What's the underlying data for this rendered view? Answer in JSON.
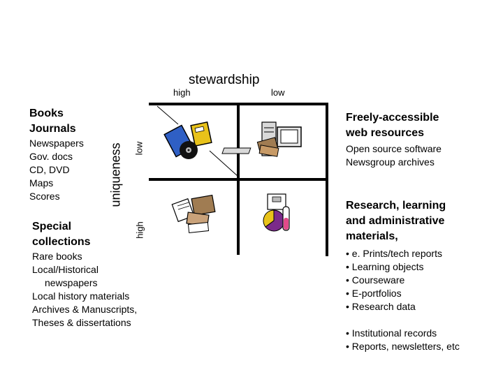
{
  "axes": {
    "stewardship": "stewardship",
    "stewardship_high": "high",
    "stewardship_low": "low",
    "uniqueness": "uniqueness",
    "uniqueness_low": "low",
    "uniqueness_high": "high"
  },
  "left_top": {
    "heading": [
      "Books",
      "Journals"
    ],
    "items": [
      "Newspapers",
      "Gov. docs",
      "CD, DVD",
      "Maps",
      "Scores"
    ]
  },
  "left_bottom": {
    "heading": [
      "Special",
      "collections"
    ],
    "items": [
      "Rare books",
      "Local/Historical",
      "newspapers",
      "Local history materials",
      "Archives & Manuscripts,",
      "Theses & dissertations"
    ]
  },
  "right_top": {
    "heading": [
      "Freely-accessible",
      "web resources"
    ],
    "items": [
      "Open source software",
      "Newsgroup archives"
    ]
  },
  "right_bottom": {
    "heading": [
      "Research, learning",
      "and administrative",
      "materials,"
    ],
    "items_a": [
      "• e. Prints/tech reports",
      "• Learning objects",
      "• Courseware",
      "• E-portfolios",
      "• Research data"
    ],
    "items_b": [
      "• Institutional records",
      "• Reports, newsletters, etc"
    ]
  },
  "icons": {
    "top_left": "books-disk-icon",
    "top_right": "computer-workstation-icon",
    "bottom_left": "manuscripts-icon",
    "bottom_right": "research-tools-icon"
  },
  "colors": {
    "grid": "#000000",
    "book_blue": "#2f5fc4",
    "book_yellow": "#e8c21a",
    "book_brown": "#a07c52",
    "chart_purple": "#7b2a8a",
    "tube_pink": "#e24a8a"
  }
}
